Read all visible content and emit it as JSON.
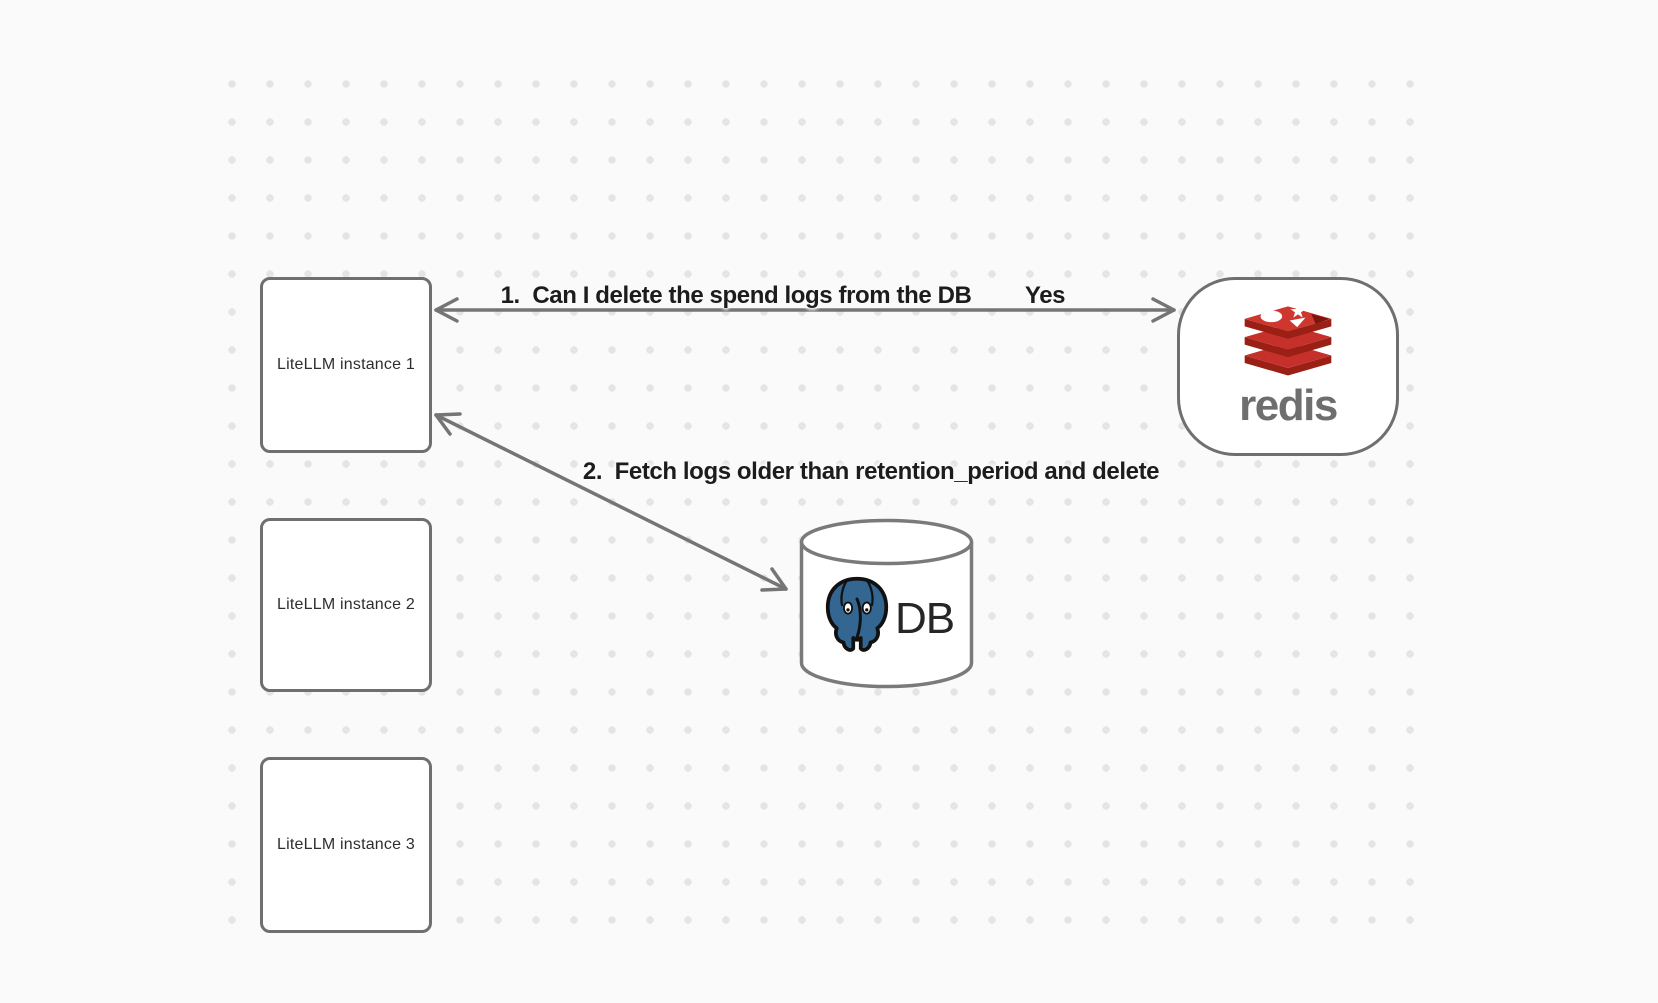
{
  "canvas": {
    "background_color": "#fafafa",
    "dot_color": "#e4e4e4"
  },
  "nodes": {
    "instances": [
      {
        "label": "LiteLLM instance 1"
      },
      {
        "label": "LiteLLM instance 2"
      },
      {
        "label": "LiteLLM instance 3"
      }
    ],
    "redis": {
      "label": "redis"
    },
    "db": {
      "label": "DB"
    }
  },
  "edges": {
    "redis_query": {
      "from": "LiteLLM instance 1",
      "to": "redis",
      "label": "1.  Can I delete the spend logs from the DB",
      "answer": "Yes"
    },
    "db_cleanup": {
      "from": "LiteLLM instance 1",
      "to": "DB",
      "label": "2.  Fetch logs older than retention_period and delete"
    }
  },
  "colors": {
    "shape_stroke": "#6f6f6f",
    "arrow_stroke": "#757575",
    "redis_red": "#c6302b",
    "redis_red_dark": "#9a1f15",
    "postgres_blue": "#336791",
    "label_text": "#1c1c1c"
  }
}
